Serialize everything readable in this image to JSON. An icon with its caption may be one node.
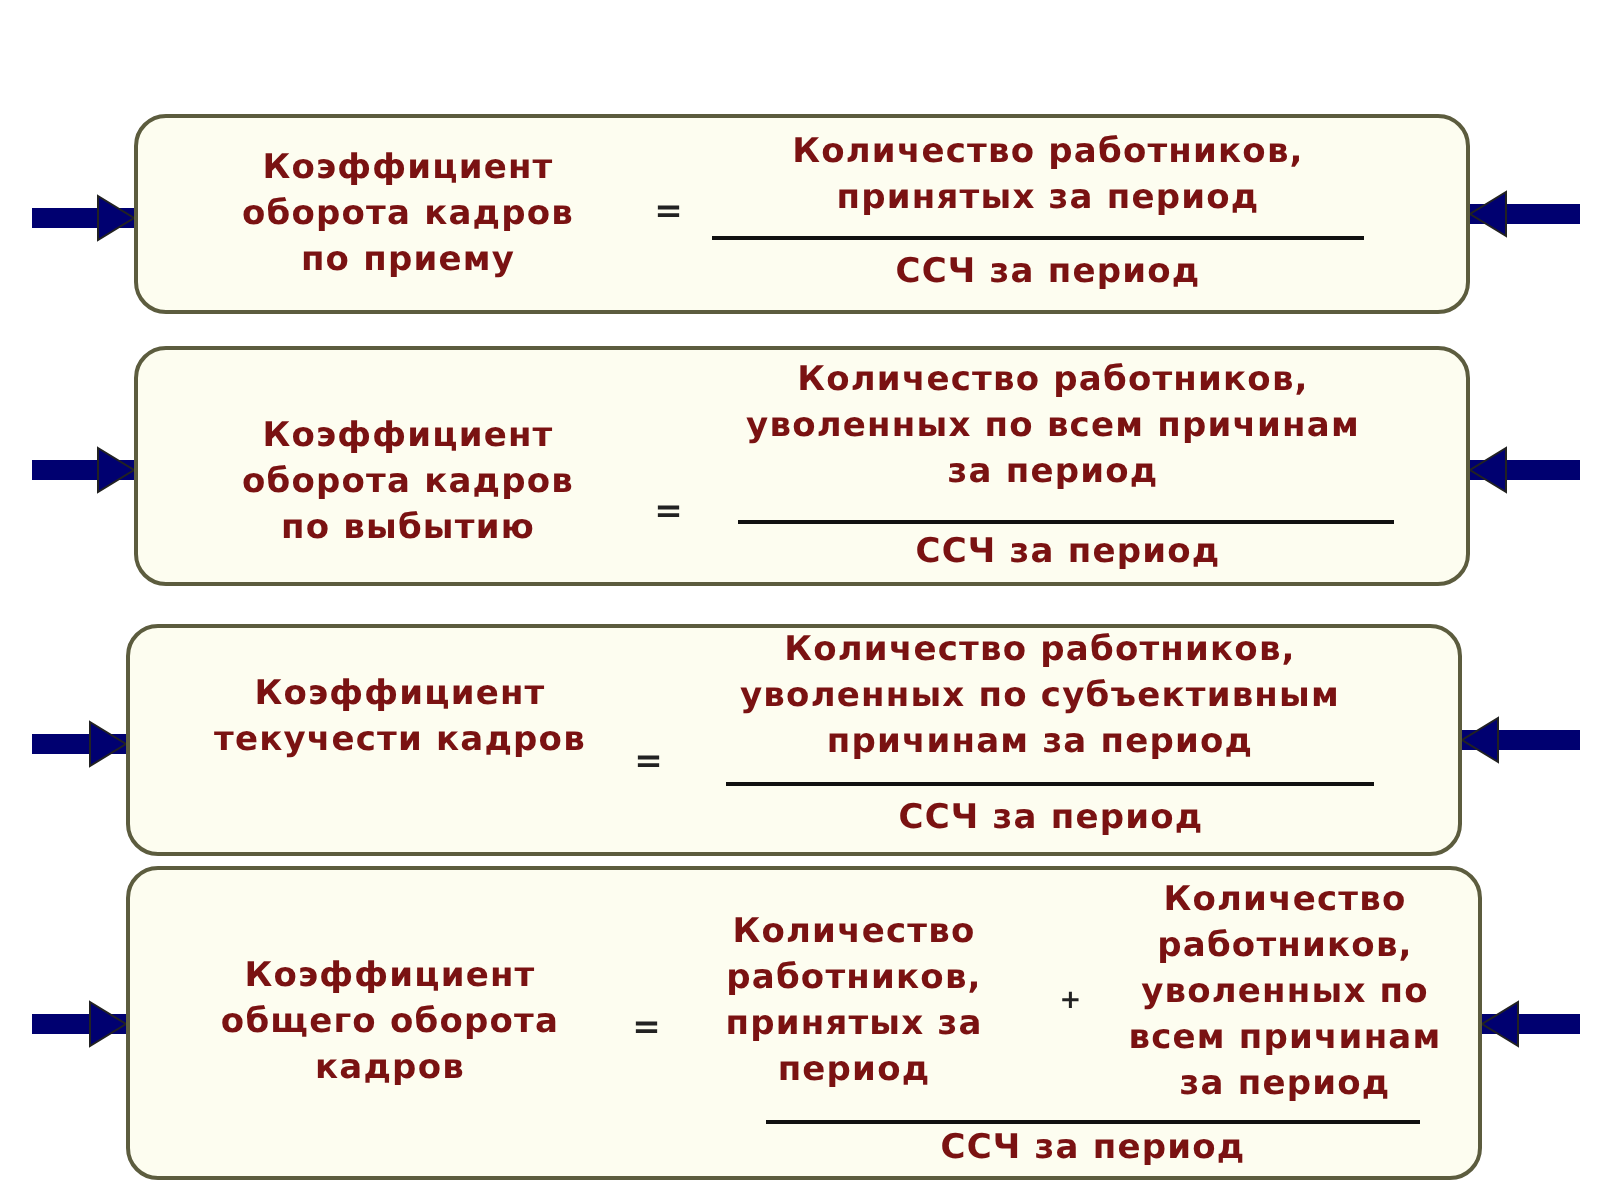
{
  "diagram": {
    "nodes": [
      {
        "text": [
          "Коэффициент оборота кадров по приему",
          "=",
          "Количество работников, принятых за период",
          "ССЧ за период"
        ]
      },
      {
        "text": [
          "Коэффициент оборота кадров по выбытию",
          "=",
          "Количество работников, уволенных по всем причинам за период",
          "ССЧ за период"
        ]
      },
      {
        "text": [
          "Коэффициент текучести кадров",
          "=",
          "Количество работников, уволенных по субъективным причинам за период",
          "ССЧ за период"
        ]
      },
      {
        "text": [
          "Коэффициент общего оборота кадров",
          "=",
          "Количество работников, принятых за период",
          "+",
          "Количество работников, уволенных по всем причинам за период",
          "ССЧ за период"
        ]
      }
    ],
    "edges": [
      {
        "from": null,
        "to": 0,
        "arrow": "to"
      },
      {
        "from": null,
        "to": 0,
        "arrow": "to"
      },
      {
        "from": null,
        "to": 1,
        "arrow": "to"
      },
      {
        "from": null,
        "to": 1,
        "arrow": "to"
      },
      {
        "from": null,
        "to": 2,
        "arrow": "to"
      },
      {
        "from": null,
        "to": 2,
        "arrow": "to"
      },
      {
        "from": null,
        "to": 3,
        "arrow": "to"
      },
      {
        "from": null,
        "to": 3,
        "arrow": "to"
      }
    ]
  }
}
